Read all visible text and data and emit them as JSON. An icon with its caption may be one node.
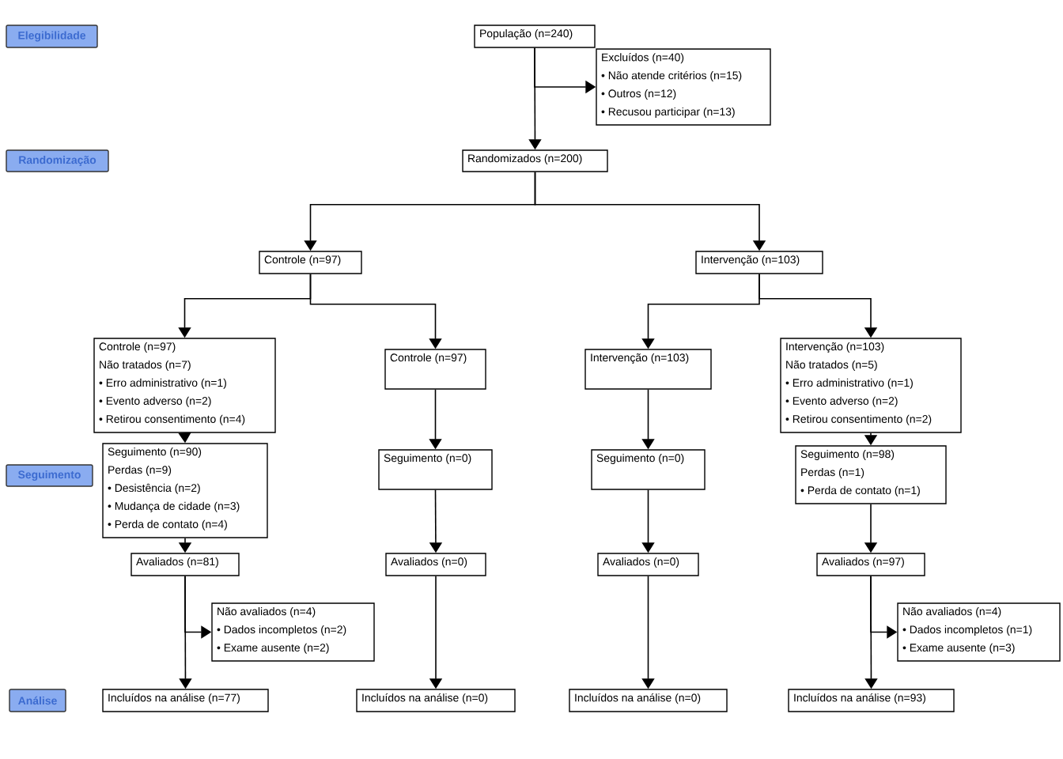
{
  "diagram": {
    "nodes": [
      {
        "text": [
          "Elegibilidade"
        ]
      },
      {
        "text": [
          "Randomização"
        ]
      },
      {
        "text": [
          "Seguimento"
        ]
      },
      {
        "text": [
          "Análise"
        ]
      },
      {
        "text": [
          "População (n=240)"
        ]
      },
      {
        "text": [
          "Excluídos (n=40)",
          "• Não atende critérios (n=15)",
          "• Outros (n=12)",
          "• Recusou participar (n=13)"
        ]
      },
      {
        "text": [
          "Randomizados (n=200)"
        ]
      },
      {
        "text": [
          "Controle (n=97)"
        ]
      },
      {
        "text": [
          "Intervenção (n=103)"
        ]
      },
      {
        "text": [
          "Controle (n=97)",
          "Não tratados (n=7)",
          "• Erro administrativo (n=1)",
          "• Evento adverso (n=2)",
          "• Retirou consentimento (n=4)"
        ]
      },
      {
        "text": [
          "Controle (n=97)"
        ]
      },
      {
        "text": [
          "Intervenção (n=103)"
        ]
      },
      {
        "text": [
          "Intervenção (n=103)",
          "Não tratados (n=5)",
          "• Erro administrativo (n=1)",
          "• Evento adverso (n=2)",
          "• Retirou consentimento (n=2)"
        ]
      },
      {
        "text": [
          "Seguimento (n=90)",
          "Perdas (n=9)",
          "• Desistência (n=2)",
          "• Mudança de cidade (n=3)",
          "• Perda de contato (n=4)"
        ]
      },
      {
        "text": [
          "Seguimento (n=0)"
        ]
      },
      {
        "text": [
          "Seguimento (n=0)"
        ]
      },
      {
        "text": [
          "Seguimento (n=98)",
          "Perdas (n=1)",
          "• Perda de contato (n=1)"
        ]
      },
      {
        "text": [
          "Avaliados (n=81)"
        ]
      },
      {
        "text": [
          "Avaliados (n=0)"
        ]
      },
      {
        "text": [
          "Avaliados (n=0)"
        ]
      },
      {
        "text": [
          "Avaliados (n=97)"
        ]
      },
      {
        "text": [
          "Não avaliados (n=4)",
          "• Dados incompletos (n=2)",
          "• Exame ausente (n=2)"
        ]
      },
      {
        "text": [
          "Não avaliados (n=4)",
          "• Dados incompletos (n=1)",
          "• Exame ausente (n=3)"
        ]
      },
      {
        "text": [
          "Incluídos na análise (n=77)"
        ]
      },
      {
        "text": [
          "Incluídos na análise (n=0)"
        ]
      },
      {
        "text": [
          "Incluídos na análise (n=0)"
        ]
      },
      {
        "text": [
          "Incluídos na análise (n=93)"
        ]
      }
    ],
    "edges": [
      {
        "from": 4,
        "to": 5,
        "arrow": "to"
      },
      {
        "from": 4,
        "to": 6,
        "arrow": "to"
      },
      {
        "from": 6,
        "to": 7,
        "arrow": "to"
      },
      {
        "from": 6,
        "to": 8,
        "arrow": "to"
      },
      {
        "from": 7,
        "to": 9,
        "arrow": "to"
      },
      {
        "from": 7,
        "to": 10,
        "arrow": "to"
      },
      {
        "from": 8,
        "to": 11,
        "arrow": "to"
      },
      {
        "from": 8,
        "to": 12,
        "arrow": "to"
      },
      {
        "from": 9,
        "to": 13,
        "arrow": "to"
      },
      {
        "from": 10,
        "to": 14,
        "arrow": "to"
      },
      {
        "from": 11,
        "to": 15,
        "arrow": "to"
      },
      {
        "from": 12,
        "to": 16,
        "arrow": "to"
      },
      {
        "from": 13,
        "to": 17,
        "arrow": "to"
      },
      {
        "from": 14,
        "to": 18,
        "arrow": "to"
      },
      {
        "from": 15,
        "to": 19,
        "arrow": "to"
      },
      {
        "from": 16,
        "to": 20,
        "arrow": "to"
      },
      {
        "from": 17,
        "to": 21,
        "arrow": "to"
      },
      {
        "from": 17,
        "to": 23,
        "arrow": "to"
      },
      {
        "from": 18,
        "to": 24,
        "arrow": "to"
      },
      {
        "from": 19,
        "to": 25,
        "arrow": "to"
      },
      {
        "from": 20,
        "to": 22,
        "arrow": "to"
      },
      {
        "from": 20,
        "to": 26,
        "arrow": "to"
      }
    ]
  }
}
